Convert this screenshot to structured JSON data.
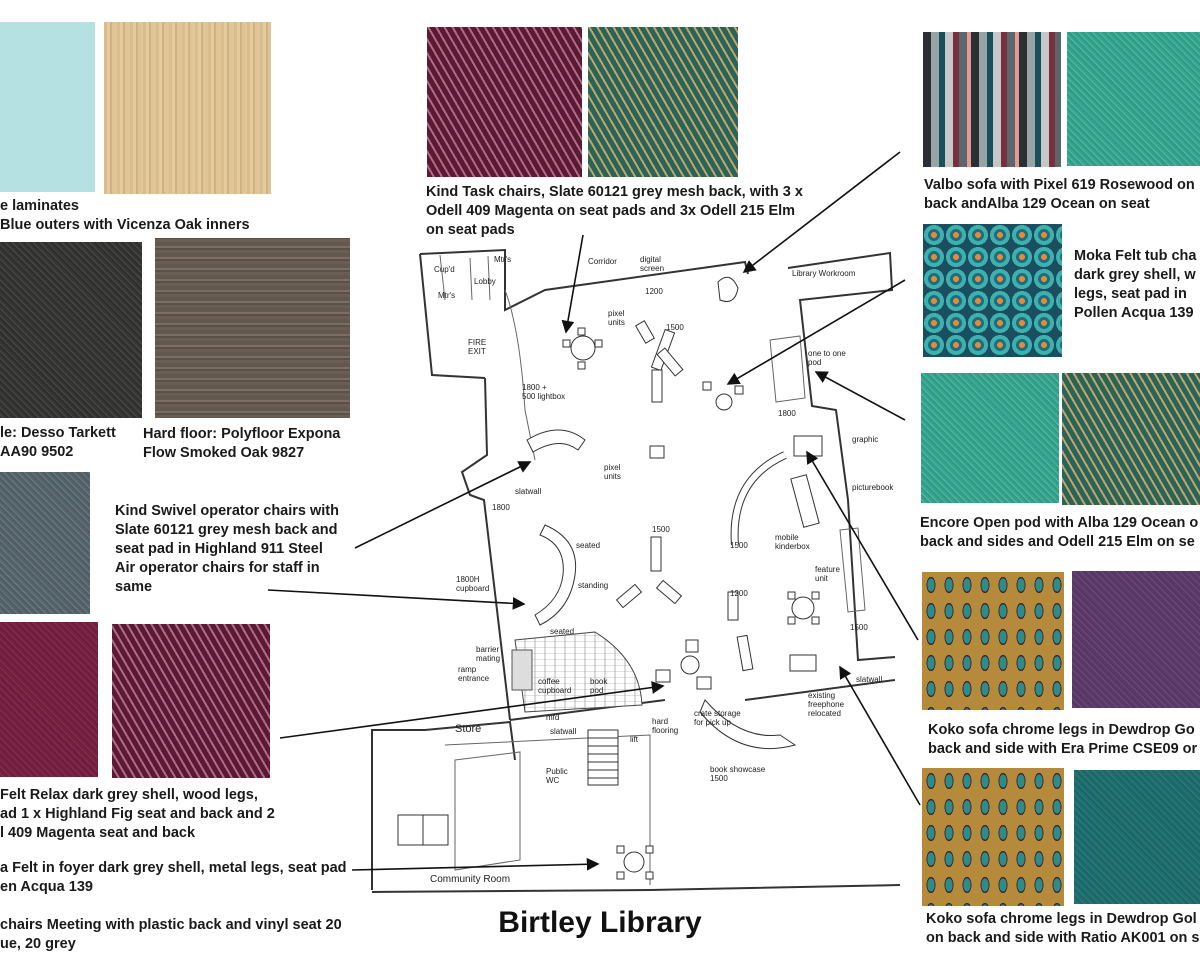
{
  "title": "Birtley Library",
  "captions": {
    "laminates": "e laminates\nBlue outers with Vicenza Oak inners",
    "carpet": "le: Desso Tarkett\n AA90 9502",
    "hardfloor": "Hard floor: Polyfloor Expona\nFlow Smoked Oak 9827",
    "kind_task": "Kind Task chairs, Slate 60121 grey mesh back, with 3 x\nOdell 409 Magenta on seat pads and 3x Odell 215 Elm\non seat pads",
    "kind_swivel": "Kind Swivel operator chairs with\nSlate 60121 grey mesh back and\nseat pad in Highland 911 Steel\nAir operator chairs for staff in\nsame",
    "felt_relax": "Felt Relax dark grey shell, wood legs,\nad 1 x Highland Fig seat and back and 2\nl 409 Magenta seat and back",
    "foyer": "a Felt in foyer dark grey shell, metal legs, seat pad\nen Acqua 139",
    "meeting": "chairs Meeting with plastic back and vinyl seat 20\nue, 20 grey",
    "valbo": "Valbo sofa with Pixel 619 Rosewood on\nback andAlba 129 Ocean on seat",
    "moka": "Moka Felt tub cha\ndark grey shell, w\nlegs, seat pad in\nPollen Acqua 139",
    "encore": "Encore Open pod with Alba 129 Ocean o\nback and sides and Odell 215 Elm on se",
    "koko1": "Koko sofa chrome legs in Dewdrop Go\nback and side with Era Prime CSE09 or",
    "koko2": "Koko sofa chrome legs in Dewdrop Gol\non back and side with Ratio AK001 on s"
  },
  "plan_labels": {
    "corridor": "Corridor",
    "digital_screen": "digital\nscreen",
    "cup": "Cup'd",
    "lobby": "Lobby",
    "mtrs1": "Mtr's",
    "mtrs2": "Mtr's",
    "fire_exit": "FIRE\nEXIT",
    "library_workroom": "Library Workroom",
    "d1200a": "1200",
    "d1500a": "1500",
    "pixel_units1": "pixel\nunits",
    "lightbox": "1800 +\n500 lightbox",
    "one_to_one": "one to one\npod",
    "d1800a": "1800",
    "graphic": "graphic",
    "picturebook": "picturebook",
    "pixel_units2": "pixel\nunits",
    "slatwall1": "slatwall",
    "d1800b": "1800",
    "d1500b": "1500",
    "seated1": "seated",
    "standing": "standing",
    "seated2": "seated",
    "mobile_kinderbox": "mobile\nkinderbox",
    "d1500c": "1500",
    "feature_unit": "feature\nunit",
    "cupboard": "1800H\ncupboard",
    "d1200b": "1200",
    "d1500d": "1500",
    "barrier": "barrier\nmating",
    "ramp": "ramp\nentrance",
    "coffee": "coffee\ncupboard",
    "book_pod": "book\npod",
    "existing_freephone": "existing\nfreephone\nrelocated",
    "slatwall2": "slatwall",
    "store": "Store",
    "mfd": "mfd",
    "slatwall3": "slatwall",
    "hard_flooring": "hard\nflooring",
    "lift": "lift",
    "crate": "crate storage\nfor pick up",
    "public_wc": "Public\nWC",
    "book_showcase": "book showcase\n1500",
    "community_room": "Community Room"
  },
  "colors": {
    "duck_egg": "#b6e1e3",
    "oak": "#dcc394",
    "carpet_dark": "#3a3a38",
    "smoked_oak": "#6a5d52",
    "magenta": "#6a1f3e",
    "elm": "#2f6a5c",
    "ocean": "#3aa690",
    "grey_fabric": "#55626a",
    "fig": "#7a2444",
    "purple": "#5e3b6a",
    "teal": "#1f6f6f",
    "dewdrop": "#b58a3a"
  }
}
